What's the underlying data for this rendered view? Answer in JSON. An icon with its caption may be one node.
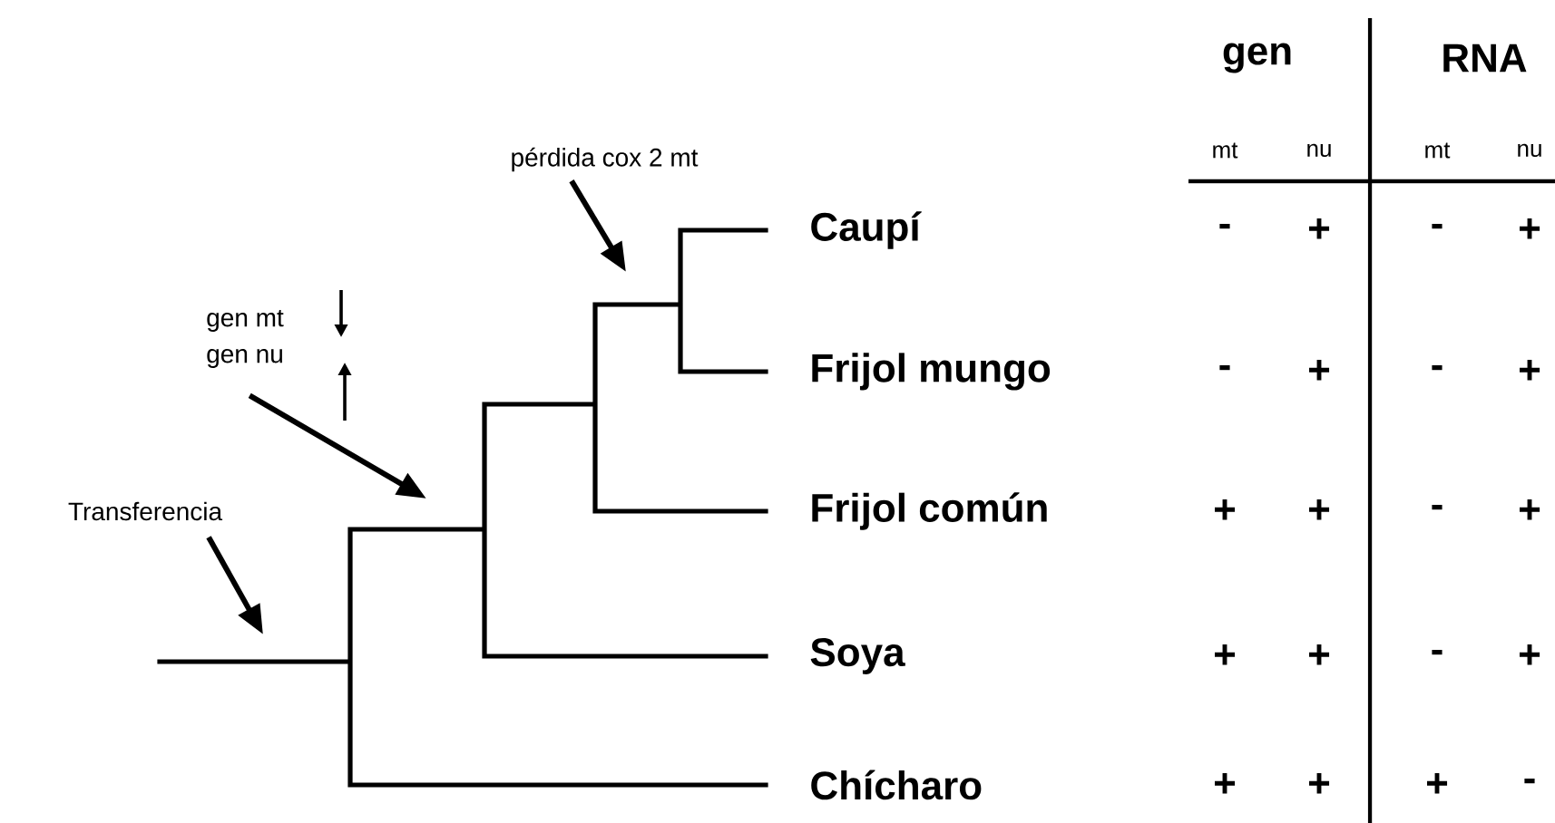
{
  "diagram": {
    "nodes": [
      {
        "text": [
          "pérdida cox 2 mt"
        ]
      },
      {
        "text": [
          "gen mt",
          "gen nu"
        ]
      },
      {
        "text": [
          "Transferencia"
        ]
      }
    ],
    "edges": [
      {
        "from": 0,
        "to": null,
        "arrow": "to"
      },
      {
        "from": 1,
        "to": null,
        "arrow": "to"
      },
      {
        "from": 2,
        "to": null,
        "arrow": "to"
      }
    ],
    "labels": [
      "gen",
      "RNA",
      "mt",
      "nu",
      "mt",
      "nu",
      "Caupí",
      "-",
      "+",
      "-",
      "+",
      "Frijol mungo",
      "-",
      "+",
      "-",
      "+",
      "Frijol común",
      "+",
      "+",
      "-",
      "+",
      "Soya",
      "+",
      "+",
      "-",
      "+",
      "Chícharo",
      "+",
      "+",
      "+",
      "-"
    ]
  }
}
